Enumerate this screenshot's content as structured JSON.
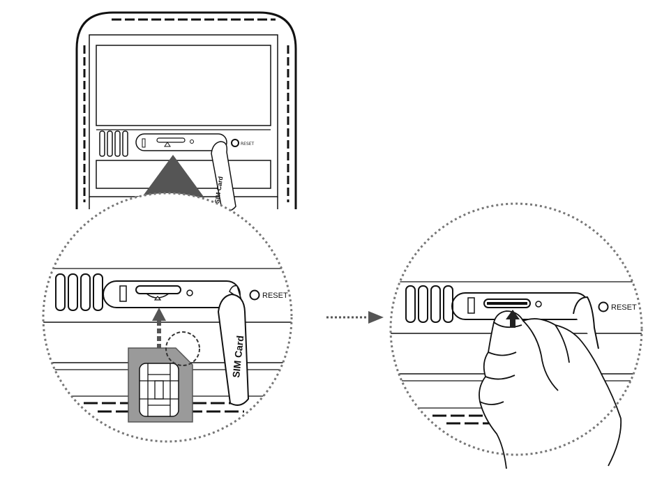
{
  "labels": {
    "reset_small": "RESET",
    "sim_card_small": "SIM Card",
    "reset_left": "RESET",
    "sim_card_left": "SIM Card",
    "reset_right": "RESET"
  },
  "colors": {
    "sim_card_fill": "#9a9a9a",
    "arrow_fill": "#555555",
    "line": "#111111",
    "dots": "#777777"
  },
  "icons": {
    "step_arrow": "dotted-arrow-right-icon",
    "insert_arrow": "dashed-arrow-up-icon",
    "push_arrow": "arrow-up-icon",
    "hand": "hand-icon",
    "reset_button": "circle-icon"
  }
}
